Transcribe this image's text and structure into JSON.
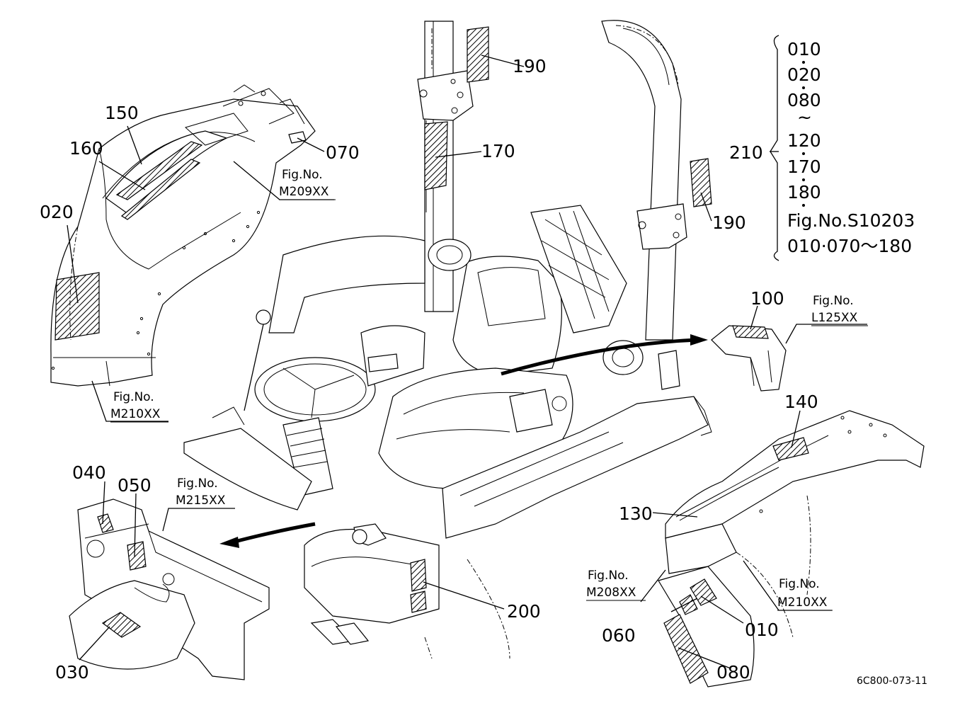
{
  "callouts": {
    "c190a": "190",
    "c190b": "190",
    "c170": "170",
    "c150": "150",
    "c160": "160",
    "c070": "070",
    "c020": "020",
    "c210": "210",
    "c100": "100",
    "c140": "140",
    "c130": "130",
    "c040": "040",
    "c050": "050",
    "c030": "030",
    "c200": "200",
    "c060": "060",
    "c010": "010",
    "c080": "080"
  },
  "fig_refs": {
    "m209": {
      "label": "Fig.No.",
      "code": "M209XX"
    },
    "m210_left": {
      "label": "Fig.No.",
      "code": "M210XX"
    },
    "l125": {
      "label": "Fig.No.",
      "code": "L125XX"
    },
    "m215": {
      "label": "Fig.No.",
      "code": "M215XX"
    },
    "m208": {
      "label": "Fig.No.",
      "code": "M208XX"
    },
    "m210_right": {
      "label": "Fig.No.",
      "code": "M210XX"
    }
  },
  "kit_list": {
    "items": [
      "010",
      "020",
      "080",
      "~",
      "120",
      "170",
      "180"
    ],
    "fig_ref": "Fig.No.S10203",
    "range": "010·070～180"
  },
  "drawing_code": "6C800-073-11"
}
